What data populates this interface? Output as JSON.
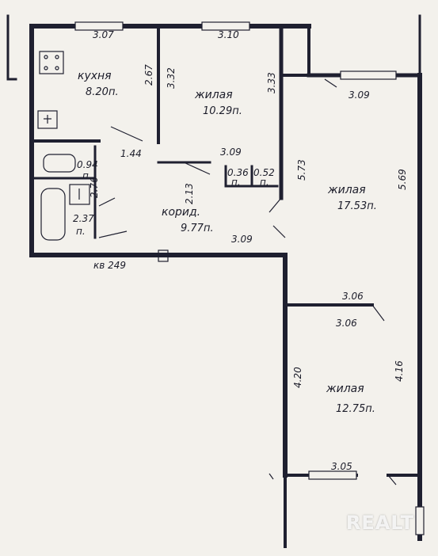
{
  "rooms": {
    "kitchen": {
      "name": "кухня",
      "area": "8.20п.",
      "dims": [
        "3.07",
        "2.67"
      ]
    },
    "living1": {
      "name": "жилая",
      "area": "10.29п.",
      "dims": [
        "3.10",
        "3.32",
        "3.33"
      ]
    },
    "living2": {
      "name": "жилая",
      "area": "17.53п.",
      "dims": [
        "3.09",
        "5.73",
        "5.69"
      ]
    },
    "living3": {
      "name": "жилая",
      "area": "12.75п.",
      "dims": [
        "3.06",
        "3.06",
        "4.20",
        "4.16"
      ]
    },
    "corridor": {
      "name": "корид.",
      "area": "9.77п.",
      "dims": [
        "3.09",
        "2.13"
      ]
    },
    "bathroom": {
      "area": "2.37",
      "unit": "п.",
      "dims": [
        "2.76"
      ]
    },
    "toilet": {
      "area": "0.94",
      "unit": "п."
    },
    "closet1": {
      "area": "0.36",
      "unit": "п."
    },
    "closet2": {
      "area": "0.52",
      "unit": "п."
    }
  },
  "other_dims": [
    "1.44",
    "3.09",
    "3.05"
  ],
  "apartment_label": "кв 249",
  "watermark": "REALT"
}
